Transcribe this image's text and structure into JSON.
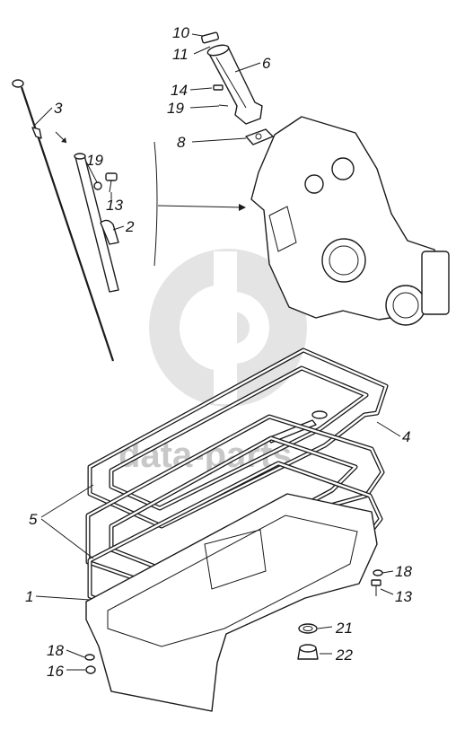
{
  "diagram": {
    "watermark": {
      "text": "data-parts",
      "color": "#c8c8c8"
    },
    "line_color": "#1a1a1a",
    "callouts": [
      {
        "id": "10",
        "label": "10"
      },
      {
        "id": "11",
        "label": "11"
      },
      {
        "id": "6",
        "label": "6"
      },
      {
        "id": "14",
        "label": "14"
      },
      {
        "id": "19a",
        "label": "19"
      },
      {
        "id": "3",
        "label": "3"
      },
      {
        "id": "8",
        "label": "8"
      },
      {
        "id": "19b",
        "label": "19"
      },
      {
        "id": "13a",
        "label": "13"
      },
      {
        "id": "2",
        "label": "2"
      },
      {
        "id": "4",
        "label": "4"
      },
      {
        "id": "5",
        "label": "5"
      },
      {
        "id": "18a",
        "label": "18"
      },
      {
        "id": "13b",
        "label": "13"
      },
      {
        "id": "1",
        "label": "1"
      },
      {
        "id": "21",
        "label": "21"
      },
      {
        "id": "22",
        "label": "22"
      },
      {
        "id": "18b",
        "label": "18"
      },
      {
        "id": "16",
        "label": "16"
      }
    ]
  }
}
